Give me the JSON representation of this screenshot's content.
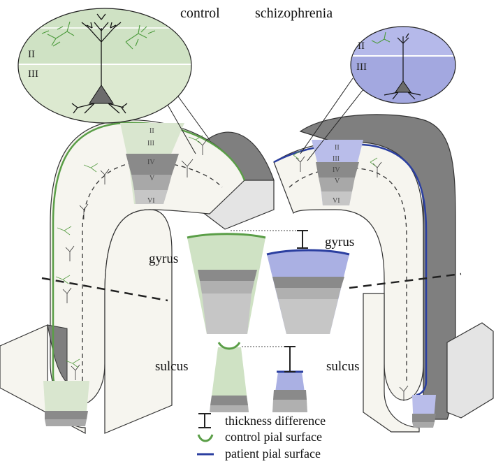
{
  "headings": {
    "control": "control",
    "schizophrenia": "schizophrenia"
  },
  "labels": {
    "gyrus_left": "gyrus",
    "gyrus_right": "gyrus",
    "sulcus_left": "sulcus",
    "sulcus_right": "sulcus"
  },
  "layers": {
    "ii": "II",
    "iii": "III",
    "iv": "IV",
    "v": "V",
    "vi": "VI"
  },
  "legend": {
    "thickness": "thickness difference",
    "control_pial": "control pial surface",
    "patient_pial": "patient pial surface"
  },
  "colors": {
    "control": "#5a9e47",
    "control_fill": "#cfe2c4",
    "patient": "#2b3fa0",
    "patient_fill": "#aab0e3",
    "cortex": "#f6f5ef",
    "dark_grey": "#7f7f7f",
    "mid_grey": "#a8a8a8"
  }
}
